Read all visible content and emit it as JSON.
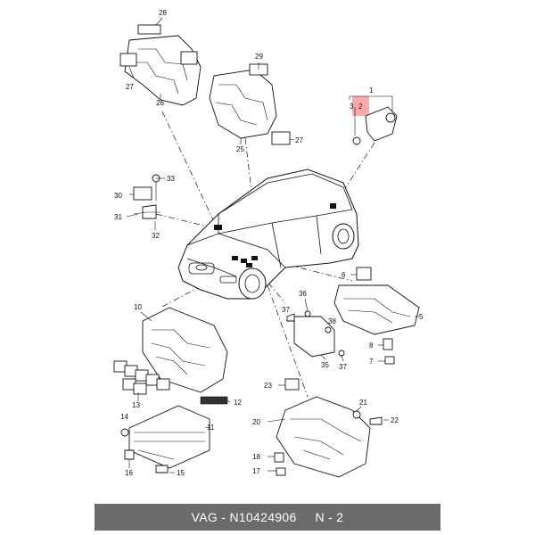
{
  "caption": "VAG - N10424906     N - 2",
  "highlight_color": "#ff9a9a",
  "bar_color": "#6b6b6b",
  "callouts": {
    "c1": "1",
    "c2": "2",
    "c3": "3",
    "c5": "5",
    "c6": "6",
    "c7": "7",
    "c8": "8",
    "c10": "10",
    "c11": "11",
    "c12": "12",
    "c13": "13",
    "c14": "14",
    "c15": "15",
    "c16": "16",
    "c17": "17",
    "c18": "18",
    "c20": "20",
    "c21": "21",
    "c22": "22",
    "c23": "23",
    "c25": "25",
    "c26": "26",
    "c27a": "27",
    "c27b": "27",
    "c28": "28",
    "c29": "29",
    "c30": "30",
    "c31": "31",
    "c32": "32",
    "c33": "33",
    "c35": "35",
    "c36": "36",
    "c37a": "37",
    "c37b": "37",
    "c38": "38"
  }
}
